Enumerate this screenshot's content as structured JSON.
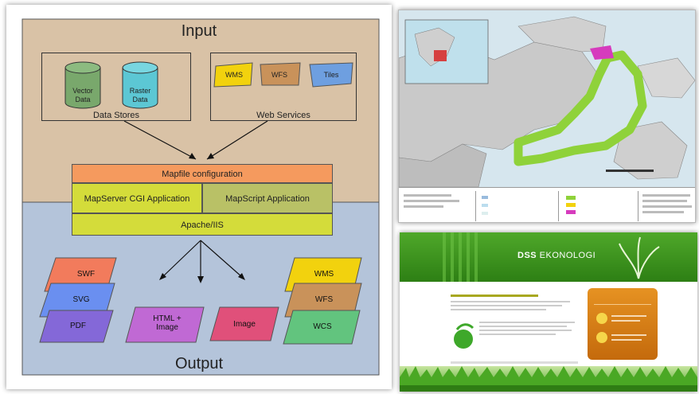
{
  "architecture": {
    "input_title": "Input",
    "output_title": "Output",
    "data_stores": {
      "label": "Data Stores",
      "items": [
        {
          "label_line1": "Vector",
          "label_line2": "Data",
          "color": "#79a86c"
        },
        {
          "label_line1": "Raster",
          "label_line2": "Data",
          "color": "#5cc7d4"
        }
      ]
    },
    "web_services": {
      "label": "Web Services",
      "items": [
        {
          "label": "WMS",
          "color": "#f2d20e"
        },
        {
          "label": "WFS",
          "color": "#c9925a"
        },
        {
          "label": "Tiles",
          "color": "#6e9fe0"
        }
      ]
    },
    "mapfile": {
      "label": "Mapfile configuration",
      "color": "#f59a5e"
    },
    "cgi_app": {
      "label": "MapServer CGI Application",
      "color": "#d4dc3a"
    },
    "mapscript_app": {
      "label": "MapScript Application",
      "color": "#b9c166"
    },
    "apache": {
      "label": "Apache/IIS",
      "color": "#d4dc3a"
    },
    "output_left": [
      {
        "label": "SWF",
        "color": "#f27b5c"
      },
      {
        "label": "SVG",
        "color": "#6a8ff0"
      },
      {
        "label": "PDF",
        "color": "#8468d8"
      }
    ],
    "output_middle": [
      {
        "label_line1": "HTML +",
        "label_line2": "Image",
        "color": "#c069d4"
      },
      {
        "label": "Image",
        "color": "#e0507a"
      }
    ],
    "output_right": [
      {
        "label": "WMS",
        "color": "#f2d20e"
      },
      {
        "label": "WFS",
        "color": "#c9925a"
      },
      {
        "label": "WCS",
        "color": "#62c47e"
      }
    ]
  },
  "webpage": {
    "title_bold": "DSS",
    "title_rest": " EKONOLOGI"
  }
}
